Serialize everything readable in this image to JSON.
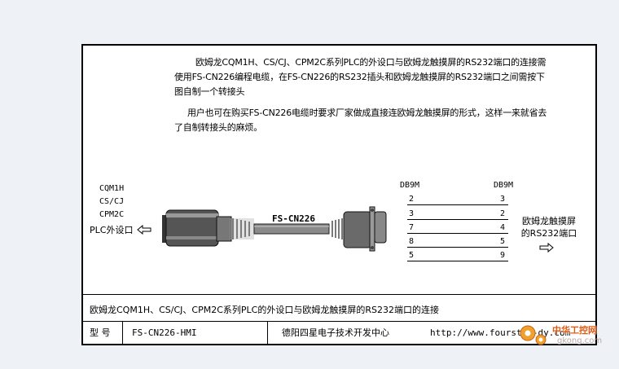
{
  "intro": {
    "paragraph_1": "欧姆龙CQM1H、CS/CJ、CPM2C系列PLC的外设口与欧姆龙触摸屏的RS232端口的连接需使用FS-CN226编程电缆，在FS-CN226的RS232插头和欧姆龙触摸屏的RS232端口之间需按下图自制一个转接头",
    "paragraph_2": "用户也可在购买FS-CN226电缆时要求厂家做成直接连欧姆龙触摸屏的形式，这样一来就省去了自制转接头的麻烦。"
  },
  "diagram": {
    "plc_models": [
      "CQM1H",
      "CS/CJ",
      "CPM2C"
    ],
    "plc_port_label": "PLC外设口",
    "cable_model": "FS-CN226",
    "left_header": "DB9M",
    "right_header": "DB9M",
    "pins": [
      {
        "left": "2",
        "right": "3"
      },
      {
        "left": "3",
        "right": "2"
      },
      {
        "left": "7",
        "right": "4"
      },
      {
        "left": "8",
        "right": "5"
      },
      {
        "left": "5",
        "right": "9"
      }
    ],
    "hmi_port_line1": "欧姆龙触摸屏",
    "hmi_port_line2": "的RS232端口"
  },
  "caption": "欧姆龙CQM1H、CS/CJ、CPM2C系列PLC的外设口与欧姆龙触摸屏的RS232端口的连接",
  "footer": {
    "model_label": "型  号",
    "model_value": "FS-CN226-HMI",
    "company": "德阳四星电子技术开发中心",
    "url": "http://www.fourstar-dy.com"
  },
  "watermark": {
    "title": "中华工控网",
    "url": "gkong.com"
  },
  "colors": {
    "background": "#eef1f6",
    "sheet": "#ffffff",
    "watermark": "#e05a12"
  }
}
